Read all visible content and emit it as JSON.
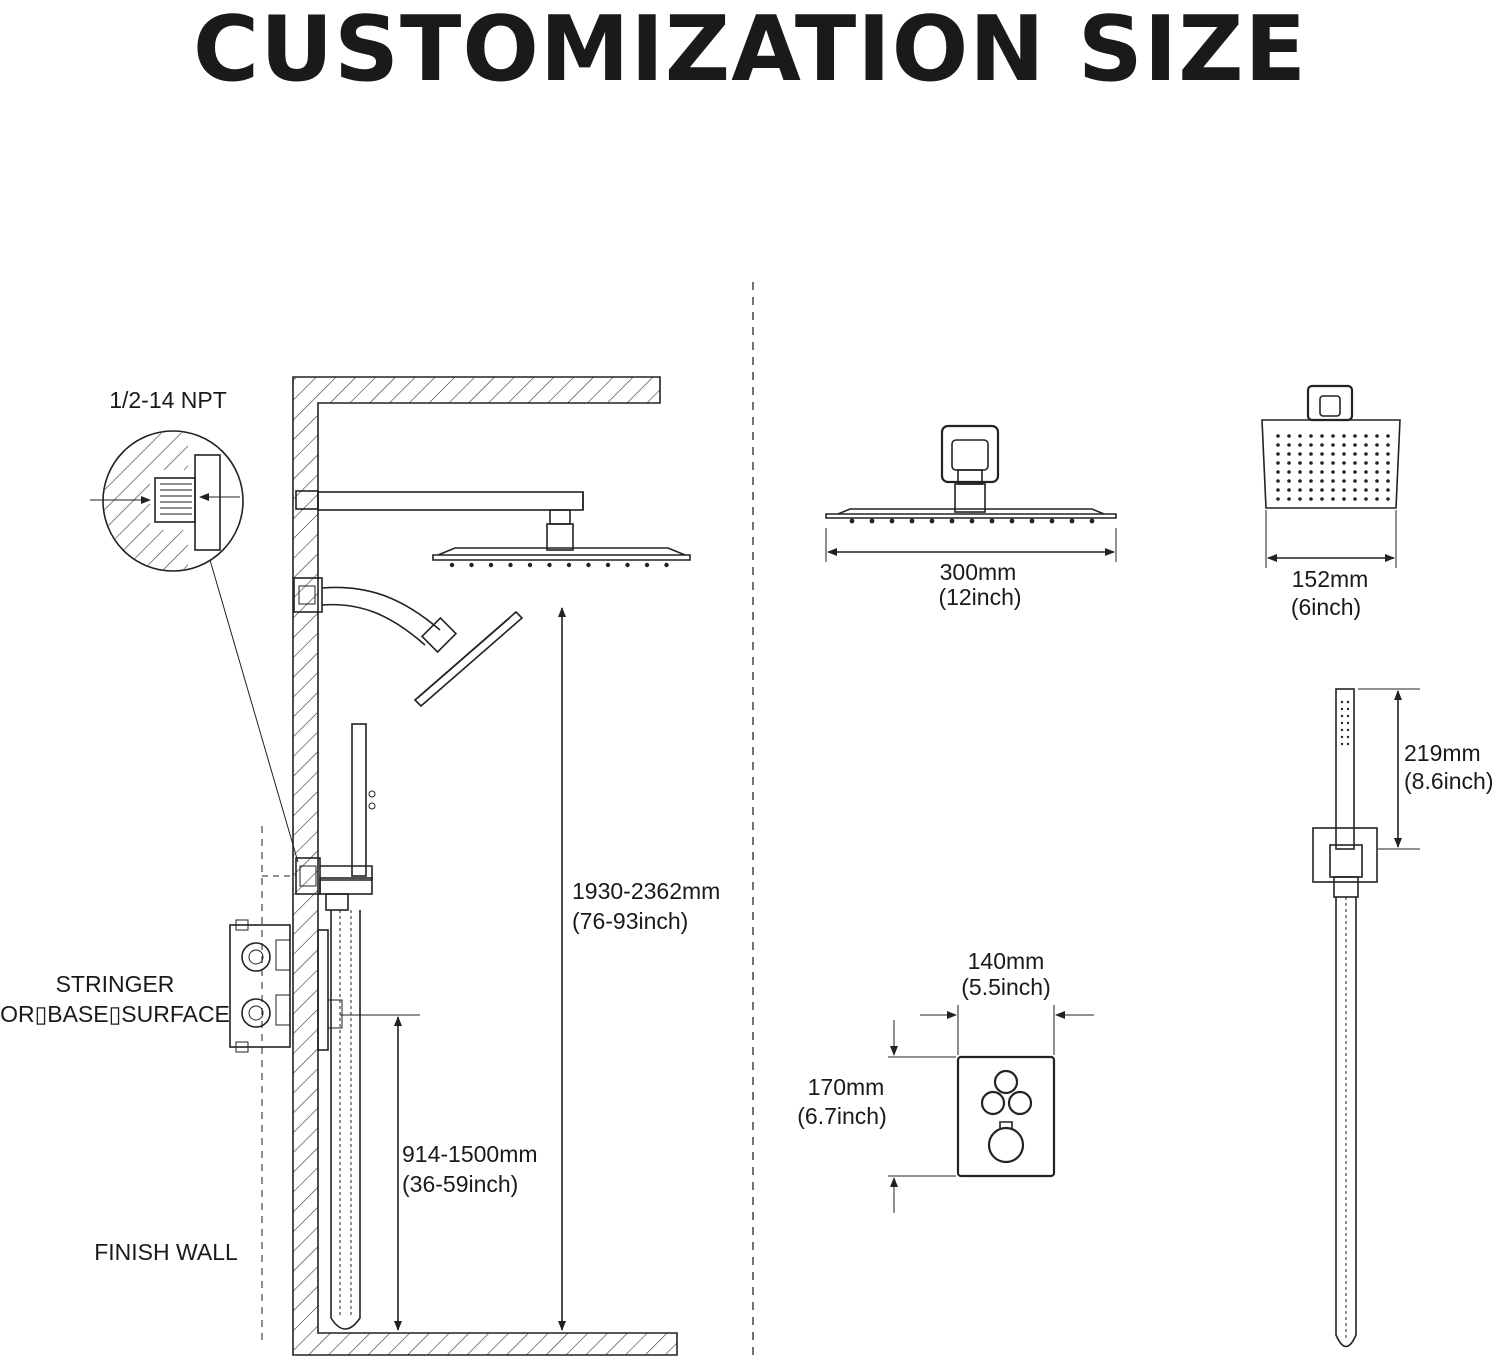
{
  "title": "CUSTOMIZATION SIZE",
  "labels": {
    "npt": "1/2-14 NPT",
    "stringer_line1": "STRINGER",
    "stringer_line2": "OR▯BASE▯SURFACE",
    "finish_wall": "FINISH WALL"
  },
  "dimensions": {
    "total_height_mm": "1930-2362mm",
    "total_height_in": "(76-93inch)",
    "valve_height_mm": "914-1500mm",
    "valve_height_in": "(36-59inch)",
    "rain_width_mm": "300mm",
    "rain_width_in": "(12inch)",
    "head_width_mm": "152mm",
    "head_width_in": "(6inch)",
    "handheld_mm": "219mm",
    "handheld_in": "(8.6inch)",
    "panel_width_mm": "140mm",
    "panel_width_in": "(5.5inch)",
    "panel_height_mm": "170mm",
    "panel_height_in": "(6.7inch)"
  }
}
